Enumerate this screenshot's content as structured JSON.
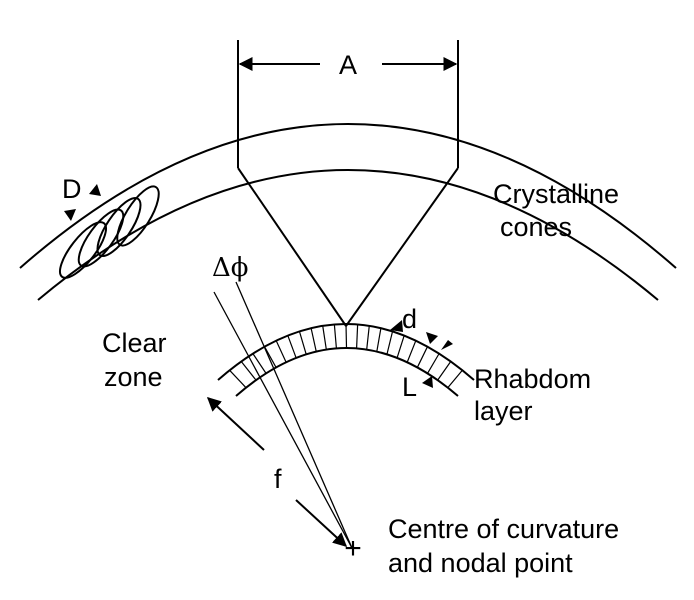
{
  "diagram": {
    "labels": {
      "aperture": "A",
      "facet_diameter": "D",
      "crystalline_cones_1": "Crystalline",
      "crystalline_cones_2": "cones",
      "clear_zone_1": "Clear",
      "clear_zone_2": "zone",
      "delta_phi": "Δϕ",
      "receptor_diameter": "d",
      "rhabdom_length": "L",
      "rhabdom_layer_1": "Rhabdom",
      "rhabdom_layer_2": "layer",
      "focal_length": "f",
      "centre_1": "Centre of curvature",
      "centre_2": "and nodal point",
      "centre_mark": "+"
    }
  }
}
